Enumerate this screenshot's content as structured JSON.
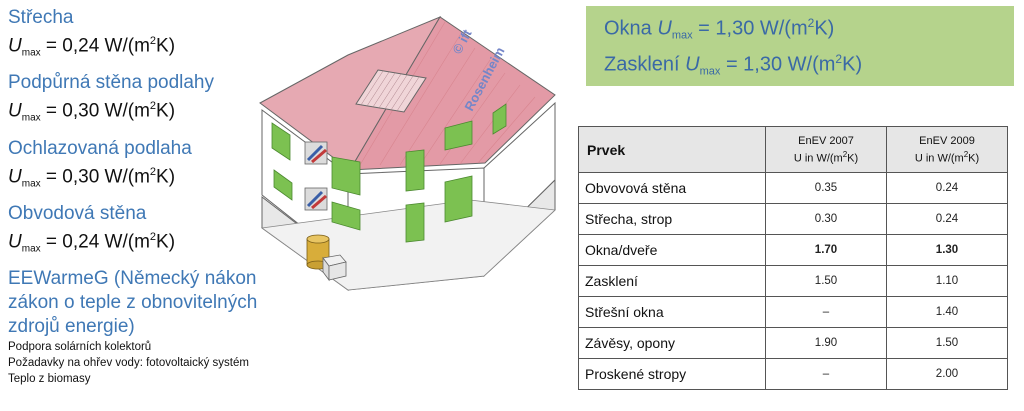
{
  "left_panel": {
    "blocks": [
      {
        "title": "Střecha",
        "u": "U",
        "sub": "max",
        "val": " = 0,24 W/(m",
        "sup": "2",
        "tail": "K)"
      },
      {
        "title": "Podpůrná stěna podlahy",
        "u": "U",
        "sub": "max",
        "val": " = 0,30 W/(m",
        "sup": "2",
        "tail": "K)"
      },
      {
        "title": "Ochlazovaná podlaha",
        "u": "U",
        "sub": "max",
        "val": " = 0,30 W/(m",
        "sup": "2",
        "tail": "K)"
      },
      {
        "title": "Obvodová stěna",
        "u": "U",
        "sub": "max",
        "val": " = 0,24 W/(m",
        "sup": "2",
        "tail": "K)"
      }
    ],
    "eewarmeg": "EEWarmeG (Německý nákon zákon o teple z obnovitelných zdrojů energie)",
    "small_items": [
      "Podpora solárních kolektorů",
      "Požadavky na ohřev vody: fotovoltaický systém",
      "Teplo z biomasy"
    ]
  },
  "watermark": {
    "line1": "© ift",
    "line2": "Rosenheim"
  },
  "green_box": {
    "rows": [
      {
        "label": "Okna ",
        "u": "U",
        "sub": "max",
        "val": " = 1,30 W/(m",
        "sup": "2",
        "tail": "K)"
      },
      {
        "label": "Zasklení ",
        "u": "U",
        "sub": "max",
        "val": " = 1,30 W/(m",
        "sup": "2",
        "tail": "K)"
      }
    ]
  },
  "table": {
    "header": {
      "prvek": "Prvek",
      "col1_line1": "EnEV 2007",
      "col1_line2": "U in W/(m",
      "col1_sup": "2",
      "col1_tail": "K)",
      "col2_line1": "EnEV 2009",
      "col2_line2": "U in W/(m",
      "col2_sup": "2",
      "col2_tail": "K)"
    },
    "rows": [
      {
        "label": "Obvovová stěna",
        "v2007": "0.35",
        "v2009": "0.24",
        "bold": false
      },
      {
        "label": "Střecha, strop",
        "v2007": "0.30",
        "v2009": "0.24",
        "bold": false
      },
      {
        "label": "Okna/dveře",
        "v2007": "1.70",
        "v2009": "1.30",
        "bold": true
      },
      {
        "label": "Zasklení",
        "v2007": "1.50",
        "v2009": "1.10",
        "bold": false
      },
      {
        "label": "Střešní okna",
        "v2007": "–",
        "v2009": "1.40",
        "bold": false
      },
      {
        "label": "Závěsy, opony",
        "v2007": "1.90",
        "v2009": "1.50",
        "bold": false
      },
      {
        "label": "Proskené stropy",
        "v2007": "–",
        "v2009": "2.00",
        "bold": false
      }
    ]
  },
  "colors": {
    "title_blue": "#3f78b5",
    "green_box": "#b5d38c",
    "roof_pink": "#e8a3ad",
    "window_green": "#7cc151"
  }
}
